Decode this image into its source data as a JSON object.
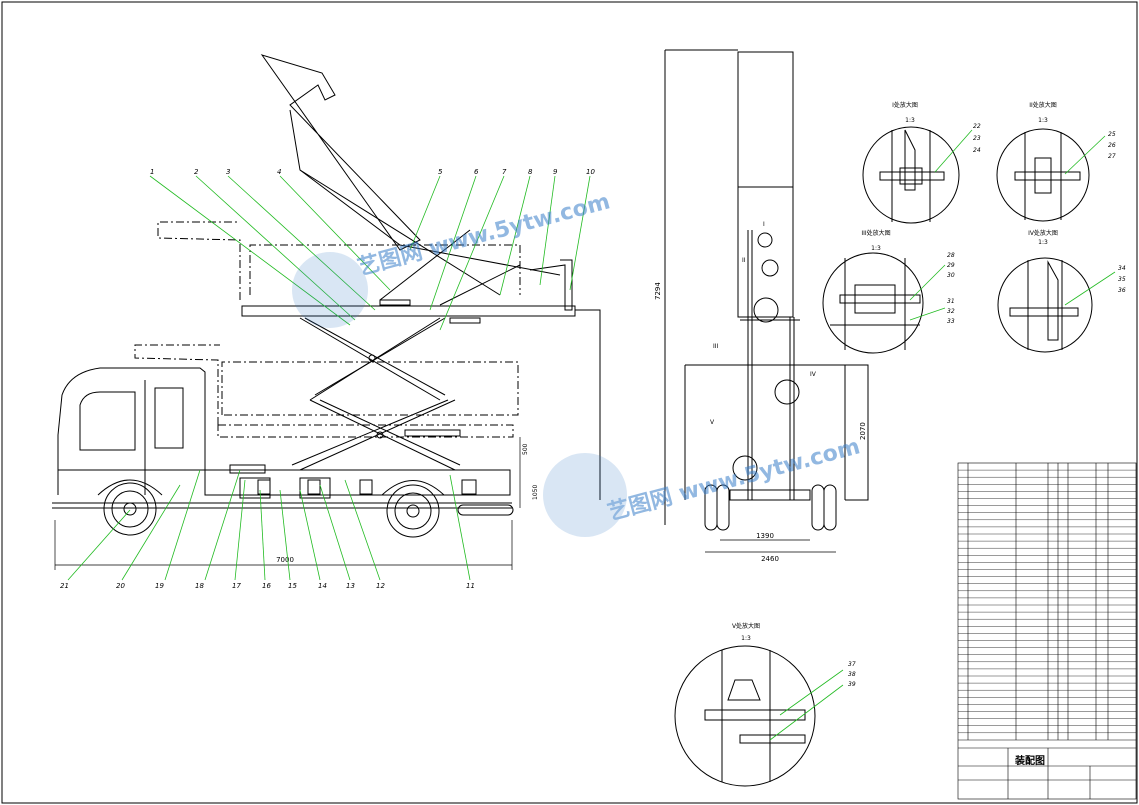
{
  "drawing": {
    "title": "装配图",
    "dimensions": [
      "7000",
      "7294",
      "2070",
      "1390",
      "2460",
      "500",
      "1050"
    ],
    "balloons": [
      "1",
      "2",
      "3",
      "4",
      "5",
      "6",
      "7",
      "8",
      "9",
      "10",
      "11",
      "12",
      "13",
      "14",
      "15",
      "16",
      "17",
      "18",
      "19",
      "20",
      "21"
    ],
    "detail_refs": [
      "I",
      "II",
      "III",
      "IV",
      "V"
    ],
    "details": [
      {
        "title": "I处放大图",
        "scale": "1:3",
        "refs": [
          "22",
          "23",
          "24"
        ]
      },
      {
        "title": "II处放大图",
        "scale": "1:3",
        "refs": [
          "25",
          "26",
          "27"
        ]
      },
      {
        "title": "III处放大图",
        "scale": "1:3",
        "refs": [
          "28",
          "29",
          "30",
          "31",
          "32",
          "33"
        ]
      },
      {
        "title": "IV处放大图",
        "scale": "1:3",
        "refs": [
          "34",
          "35",
          "36"
        ]
      },
      {
        "title": "V处放大图",
        "scale": "1:3",
        "refs": [
          "37",
          "38",
          "39"
        ]
      }
    ],
    "watermark": "艺图网 www.5ytw.com"
  },
  "colors": {
    "line": "#000000",
    "leader": "#22bb22",
    "hidden": "#333333",
    "watermark": "#3a7fc9"
  }
}
